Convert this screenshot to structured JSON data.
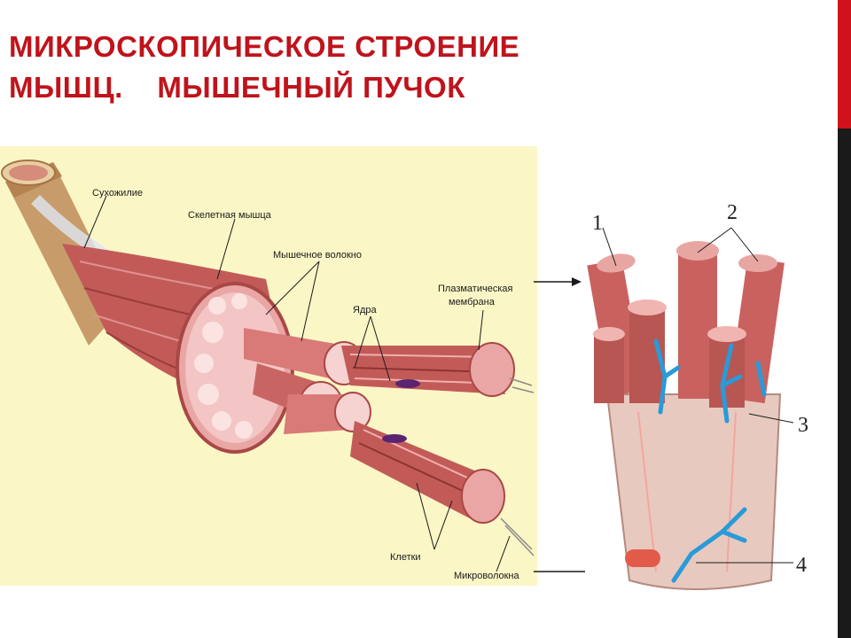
{
  "slide": {
    "title_line1": "МИКРОСКОПИЧЕСКОЕ СТРОЕНИЕ",
    "title_line2": "МЫШЦ.    МЫШЕЧНЫЙ ПУЧОК"
  },
  "left_figure": {
    "labels": {
      "tendon": "Сухожилие",
      "skeletal_muscle": "Скелетная мышца",
      "muscle_fiber": "Мышечное волокно",
      "plasma_membrane_1": "Плазматическая",
      "plasma_membrane_2": "мембрана",
      "nuclei": "Ядра",
      "cells": "Клетки",
      "microfibrils": "Микроволокна"
    }
  },
  "right_figure": {
    "numbers": {
      "n1": "1",
      "n2": "2",
      "n3": "3",
      "n4": "4"
    }
  },
  "colors": {
    "title": "#c0131b",
    "accent_red": "#d0121b",
    "accent_dark": "#1a1a1a",
    "panel_bg": "#fbf6c6",
    "muscle": "#b6504e",
    "vessel_blue": "#2a9ad8"
  }
}
